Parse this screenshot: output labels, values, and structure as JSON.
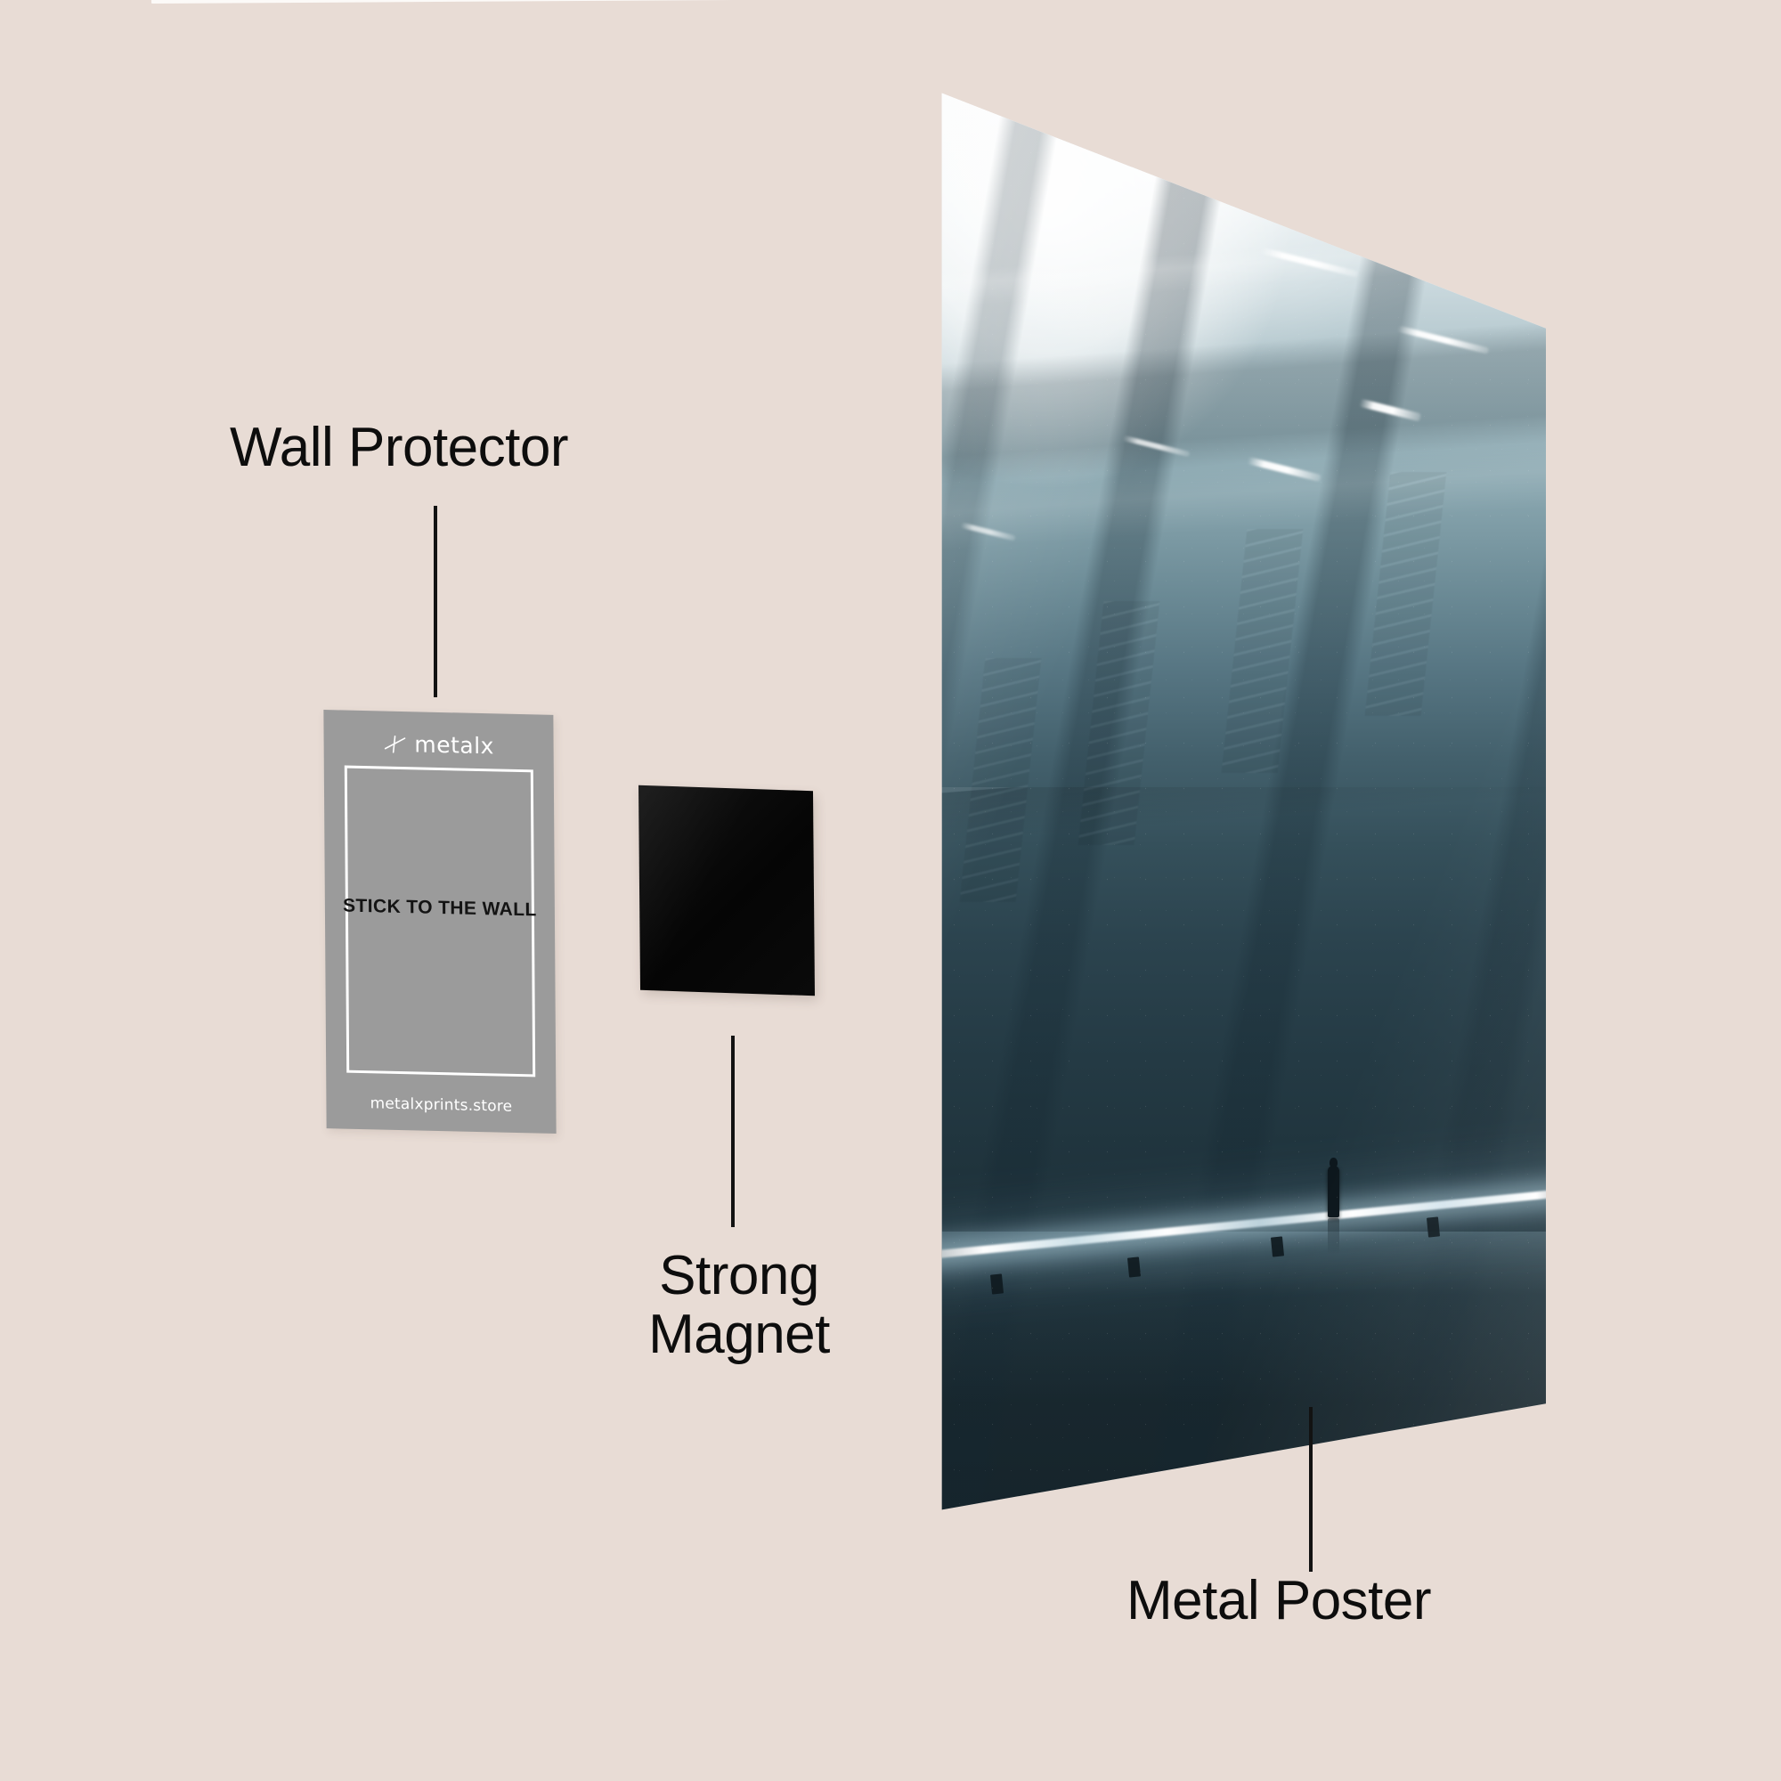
{
  "background_color": "#e8dcd5",
  "labels": {
    "wall_protector": "Wall Protector",
    "strong_magnet": "Strong\nMagnet",
    "metal_poster": "Metal Poster"
  },
  "wall_protector_card": {
    "brand_name": "metalx",
    "brand_mark": "metalx-cross-icon",
    "headline": "STICK TO THE WALL",
    "url": "metalxprints.store",
    "card_color": "#9b9b9b",
    "frame_color": "#ffffff",
    "headline_color": "#141414"
  },
  "strong_magnet_part": {
    "name": "strong-magnet",
    "color": "#080808"
  },
  "metal_poster_part": {
    "name": "metal-poster",
    "artwork_description": "brutalist concrete hall with light strip and lone figure",
    "dominant_color": "#2b434e",
    "highlight_color": "#ffffff"
  },
  "leader_lines": {
    "wall_protector": "leader-line-wall-protector",
    "strong_magnet": "leader-line-strong-magnet",
    "metal_poster": "leader-line-metal-poster"
  }
}
